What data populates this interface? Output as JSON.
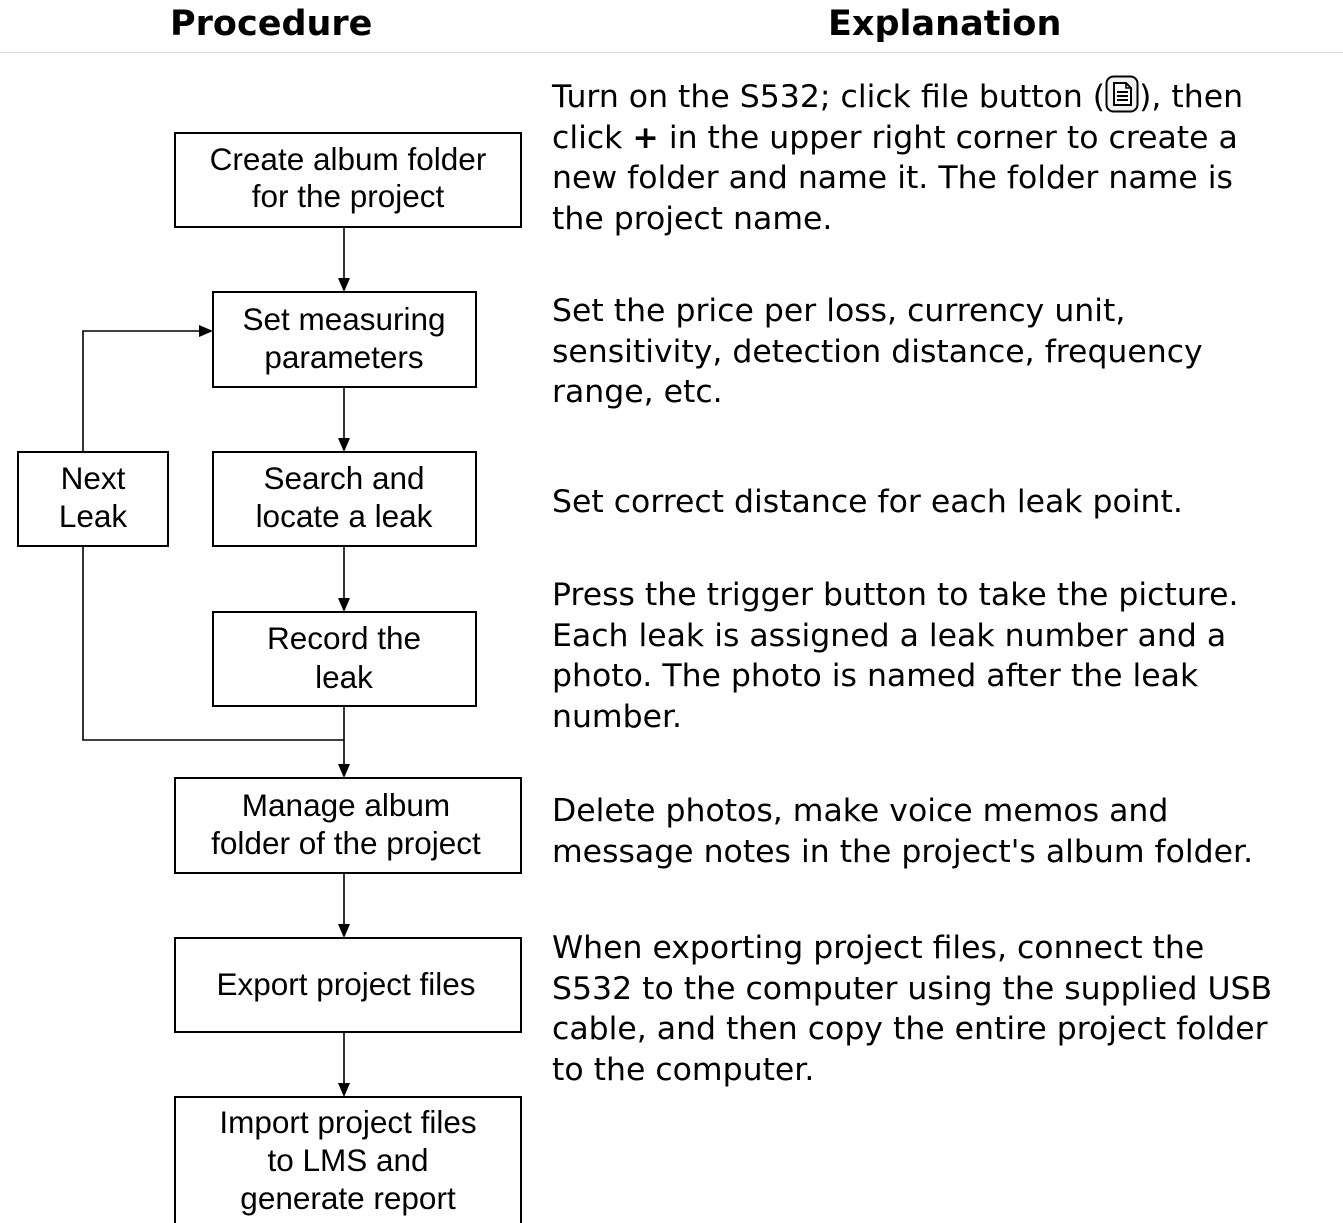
{
  "columns": {
    "procedure": "Procedure",
    "explanation": "Explanation"
  },
  "flow_steps": [
    {
      "id": "create-album-folder",
      "lines": [
        "Create album folder",
        "for the project"
      ]
    },
    {
      "id": "set-measuring-parameters",
      "lines": [
        "Set measuring",
        "parameters"
      ]
    },
    {
      "id": "search-locate-leak",
      "lines": [
        "Search and",
        "locate a leak"
      ]
    },
    {
      "id": "record-leak",
      "lines": [
        "Record the",
        "leak"
      ]
    },
    {
      "id": "manage-album-folder",
      "lines": [
        "Manage album",
        "folder of the project"
      ]
    },
    {
      "id": "export-project-files",
      "lines": [
        "Export project files"
      ]
    },
    {
      "id": "import-generate-report",
      "lines": [
        "Import project files",
        "to LMS and",
        "generate report"
      ]
    }
  ],
  "loop_box": {
    "lines": [
      "Next",
      "Leak"
    ]
  },
  "explanations": {
    "create": {
      "line1_before_icon": "Turn on the S532; click file button (",
      "line1_after_icon": "), then",
      "line2_before_plus": "click ",
      "plus": "+",
      "line2_after_plus": " in the upper right corner to create a",
      "line3": "new folder and name it. The folder name is",
      "line4": "the project name.",
      "icon": "file-document-icon"
    },
    "parameters": [
      "Set the price per loss, currency unit,",
      "sensitivity, detection distance, frequency",
      "range, etc."
    ],
    "search": [
      "Set correct distance for each leak point."
    ],
    "record": [
      "Press the trigger button to take the picture.",
      "Each leak is assigned a leak number and a",
      "photo. The photo is named after the leak",
      "number."
    ],
    "manage": [
      "Delete photos, make voice memos and",
      "message notes in the project's album folder."
    ],
    "export": [
      "When exporting project files, connect the",
      "S532 to the computer using the supplied USB",
      "cable, and then copy the entire project folder",
      "to the computer."
    ]
  }
}
